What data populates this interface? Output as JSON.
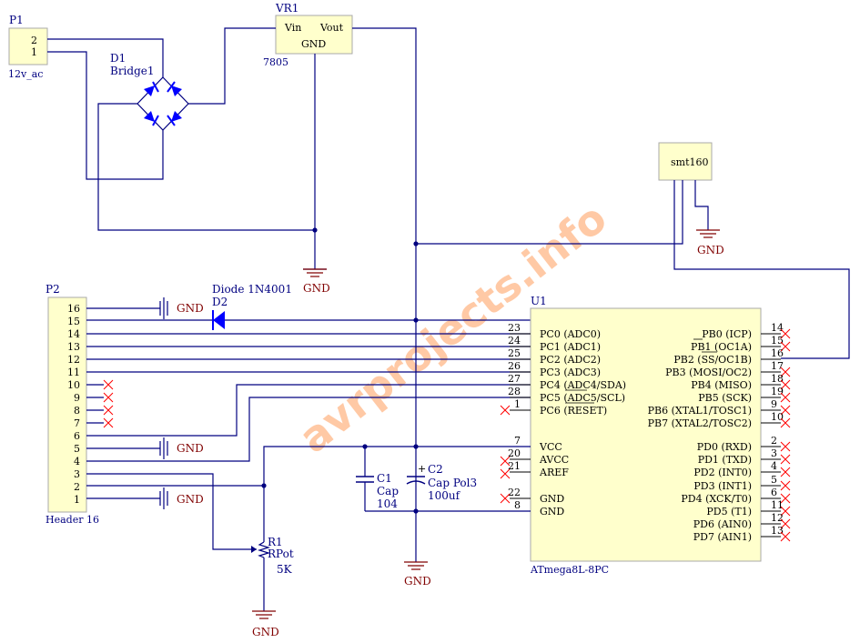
{
  "colors": {
    "wire": "#000080",
    "body_fill": "#ffffcc",
    "gnd": "#800000",
    "nc": "#ff0000",
    "watermark": "#ff6600"
  },
  "watermark": "avrprojects.info",
  "gnd_label": "GND",
  "p1": {
    "ref": "P1",
    "value": "12v_ac",
    "pins": [
      "2",
      "1"
    ]
  },
  "d1": {
    "ref": "D1",
    "value": "Bridge1"
  },
  "vr1": {
    "ref": "VR1",
    "value": "7805",
    "vin": "Vin",
    "vout": "Vout",
    "gnd": "GND"
  },
  "smt": {
    "label": "smt160"
  },
  "p2": {
    "ref": "P2",
    "value": "Header 16",
    "pins": [
      "16",
      "15",
      "14",
      "13",
      "12",
      "11",
      "10",
      "9",
      "8",
      "7",
      "6",
      "5",
      "4",
      "3",
      "2",
      "1"
    ]
  },
  "d2": {
    "ref": "D2",
    "value": "Diode 1N4001"
  },
  "u1": {
    "ref": "U1",
    "value": "ATmega8L-8PC",
    "left": [
      {
        "num": "23",
        "name": "PC0 (ADC0)"
      },
      {
        "num": "24",
        "name": "PC1 (ADC1)"
      },
      {
        "num": "25",
        "name": "PC2 (ADC2)"
      },
      {
        "num": "26",
        "name": "PC3 (ADC3)"
      },
      {
        "num": "27",
        "name": "PC4 (ADC4/SDA)"
      },
      {
        "num": "28",
        "name": "PC5 (ADC5/SCL)"
      },
      {
        "num": "1",
        "name": "PC6 (RESET)"
      },
      {
        "num": "7",
        "name": "VCC"
      },
      {
        "num": "20",
        "name": "AVCC"
      },
      {
        "num": "21",
        "name": "AREF"
      },
      {
        "num": "22",
        "name": "GND"
      },
      {
        "num": "8",
        "name": "GND"
      }
    ],
    "right": [
      {
        "num": "14",
        "name": "PB0 (ICP)"
      },
      {
        "num": "15",
        "name": "PB1 (OC1A)"
      },
      {
        "num": "16",
        "name": "PB2 (SS/OC1B)"
      },
      {
        "num": "17",
        "name": "PB3 (MOSI/OC2)"
      },
      {
        "num": "18",
        "name": "PB4 (MISO)"
      },
      {
        "num": "19",
        "name": "PB5 (SCK)"
      },
      {
        "num": "9",
        "name": "PB6 (XTAL1/TOSC1)"
      },
      {
        "num": "10",
        "name": "PB7 (XTAL2/TOSC2)"
      },
      {
        "num": "2",
        "name": "PD0 (RXD)"
      },
      {
        "num": "3",
        "name": "PD1 (TXD)"
      },
      {
        "num": "4",
        "name": "PD2 (INT0)"
      },
      {
        "num": "5",
        "name": "PD3 (INT1)"
      },
      {
        "num": "6",
        "name": "PD4 (XCK/T0)"
      },
      {
        "num": "11",
        "name": "PD5 (T1)"
      },
      {
        "num": "12",
        "name": "PD6 (AIN0)"
      },
      {
        "num": "13",
        "name": "PD7 (AIN1)"
      }
    ]
  },
  "c1": {
    "ref": "C1",
    "value": "Cap",
    "cap": "104"
  },
  "c2": {
    "ref": "C2",
    "value": "Cap Pol3",
    "cap": "100uf",
    "plus": "+"
  },
  "r1": {
    "ref": "R1",
    "value": "RPot",
    "res": "5K"
  }
}
